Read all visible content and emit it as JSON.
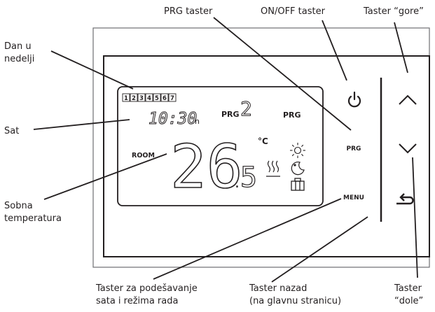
{
  "colors": {
    "line": "#231f20",
    "frame": "#6d6e71",
    "lcd": "#3a3a3a",
    "bg": "#ffffff"
  },
  "callouts": {
    "prg_button": "PRG taster",
    "onoff_button": "ON/OFF taster",
    "up_button": "Taster “gore”",
    "day_line1": "Dan u",
    "day_line2": "nedelji",
    "clock": "Sat",
    "room_line1": "Sobna",
    "room_line2": "temperatura",
    "setup_line1": "Taster za podešavanje",
    "setup_line2": "sata i režima rada",
    "back_line1": "Taster nazad",
    "back_line2": "(na glavnu stranicu)",
    "down_line1": "Taster",
    "down_line2": "“dole”"
  },
  "lcd": {
    "days": [
      "1",
      "2",
      "3",
      "4",
      "5",
      "6",
      "7"
    ],
    "time": "10:30",
    "time_unit": "h",
    "prg_label": "PRG",
    "prg_number": "2",
    "prg_right": "PRG",
    "room_label": "ROOM",
    "temp_main": "26",
    "temp_dot": ".",
    "temp_decimal": "5",
    "temp_unit": "°C"
  },
  "buttons": {
    "prg": "PRG",
    "menu": "MENU"
  },
  "icons": [
    "power-icon",
    "chevron-up-icon",
    "chevron-down-icon",
    "back-arrow-icon",
    "sun-icon",
    "moon-icon",
    "suitcase-icon",
    "heating-icon"
  ]
}
